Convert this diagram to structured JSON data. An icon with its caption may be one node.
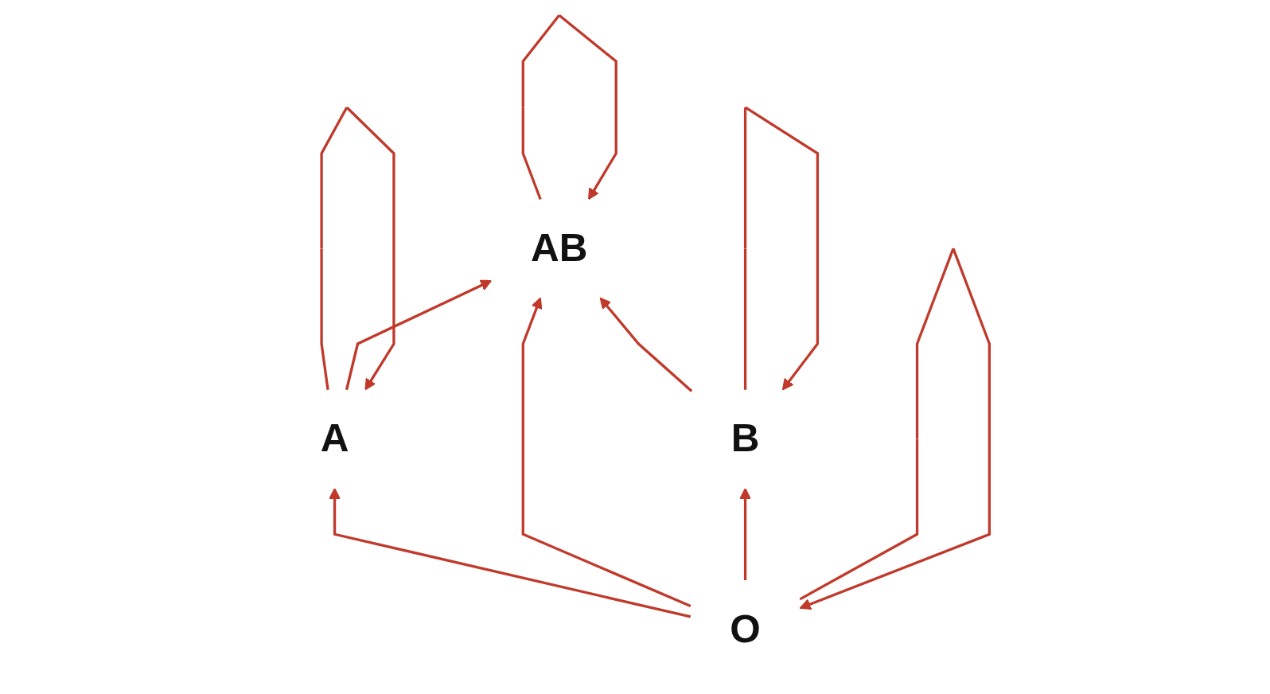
{
  "diagram": {
    "nodes": [
      {
        "text": [
          "AB"
        ]
      },
      {
        "text": [
          "A"
        ]
      },
      {
        "text": [
          "B"
        ]
      },
      {
        "text": [
          "O"
        ]
      }
    ],
    "edges": [
      {
        "from": 0,
        "to": 0,
        "arrow": "to"
      },
      {
        "from": 1,
        "to": 1,
        "arrow": "to"
      },
      {
        "from": 1,
        "to": 0,
        "arrow": "to"
      },
      {
        "from": 2,
        "to": 0,
        "arrow": "to"
      },
      {
        "from": 2,
        "to": 2,
        "arrow": "to"
      },
      {
        "from": 3,
        "to": 1,
        "arrow": "to"
      },
      {
        "from": 3,
        "to": 0,
        "arrow": "to"
      },
      {
        "from": 3,
        "to": 2,
        "arrow": "to"
      },
      {
        "from": 3,
        "to": 3,
        "arrow": "to"
      }
    ]
  }
}
